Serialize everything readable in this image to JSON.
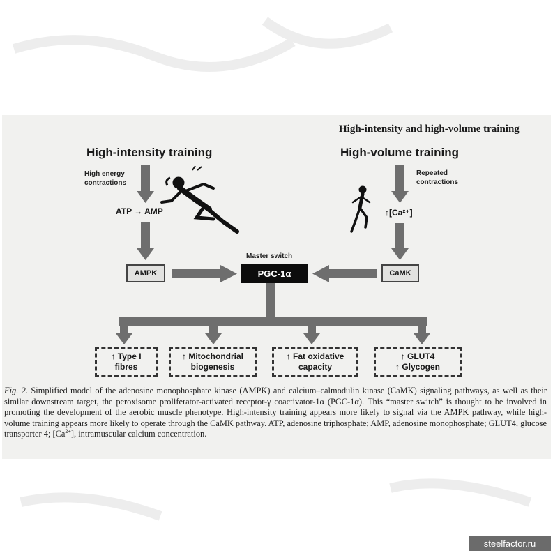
{
  "header": {
    "top_right": "High-intensity and high-volume training"
  },
  "left": {
    "title": "High-intensity training",
    "note": [
      "High energy",
      "contractions"
    ],
    "atp_amp": "ATP  →  AMP",
    "box": "AMPK"
  },
  "right": {
    "title": "High-volume training",
    "note": [
      "Repeated",
      "contractions"
    ],
    "calcium": "↑[Ca²⁺]",
    "box": "CaMK"
  },
  "center": {
    "label": "Master switch",
    "box": "PGC-1α"
  },
  "outcomes": [
    {
      "line1": "↑ Type I",
      "line2": "fibres"
    },
    {
      "line1": "↑ Mitochondrial",
      "line2": "biogenesis"
    },
    {
      "line1": "↑ Fat oxidative",
      "line2": "capacity"
    },
    {
      "line1": "↑ GLUT4",
      "line2": "↑ Glycogen"
    }
  ],
  "caption": {
    "fig_label": "Fig. 2.",
    "text_a": " Simplified model of the adenosine monophosphate kinase (AMPK) and calcium–calmodulin kinase (CaMK) signaling pathways, as well as their similar downstream target, the peroxisome proliferator-activated receptor-γ coactivator-1α (PGC-1α). This “master switch” is thought to be involved in promoting the development of the aerobic muscle phenotype. High-intensity training appears more likely to signal via the AMPK pathway, while high-volume training appears more likely to operate through the CaMK pathway. ATP, adenosine triphosphate; AMP, adenosine monophosphate; GLUT4, glucose transporter 4; [Ca",
    "sup": "2+",
    "text_b": "], intramuscular calcium concentration."
  },
  "watermark": "steelfactor.ru",
  "colors": {
    "arrow": "#6e6e6e",
    "panel": "#f1f1ef",
    "switch_box": "#0c0c0c"
  }
}
